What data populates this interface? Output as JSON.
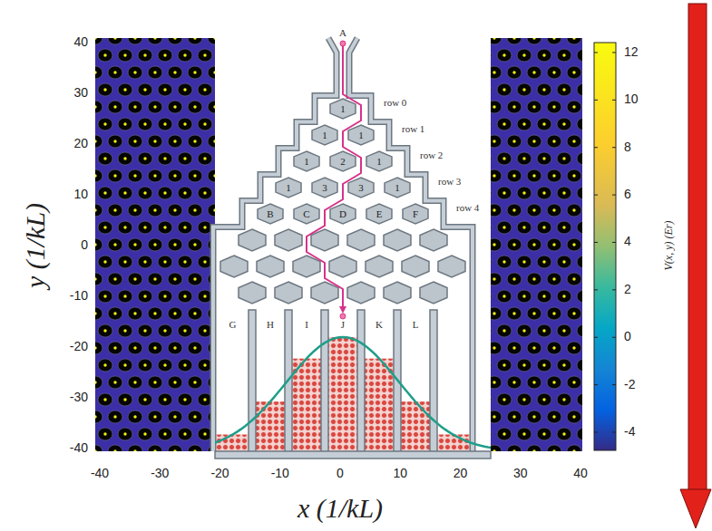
{
  "diagram": {
    "nodes": [
      {
        "text": [
          "1"
        ]
      },
      {
        "text": [
          "1"
        ]
      },
      {
        "text": [
          "1"
        ]
      },
      {
        "text": [
          "1"
        ]
      },
      {
        "text": [
          "2"
        ]
      },
      {
        "text": [
          "1"
        ]
      },
      {
        "text": [
          "1"
        ]
      },
      {
        "text": [
          "3"
        ]
      },
      {
        "text": [
          "3"
        ]
      },
      {
        "text": [
          "1"
        ]
      },
      {
        "text": [
          "B"
        ]
      },
      {
        "text": [
          "C"
        ]
      },
      {
        "text": [
          "D"
        ]
      },
      {
        "text": [
          "E"
        ]
      },
      {
        "text": [
          "F"
        ]
      }
    ],
    "labels": [
      "y (1/kL)",
      "40",
      "30",
      "20",
      "10",
      "0",
      "-10",
      "-20",
      "-30",
      "-40",
      "-40",
      "-30",
      "-20",
      "-10",
      "0",
      "10",
      "20",
      "30",
      "40",
      "x (1/kL)",
      "12",
      "10",
      "8",
      "6",
      "4",
      "2",
      "0",
      "-2",
      "-4",
      "V(x, y) (Er)",
      "A",
      "row 0",
      "row 1",
      "row 2",
      "row 3",
      "row 4",
      "G",
      "H",
      "I",
      "J",
      "K",
      "L"
    ]
  }
}
